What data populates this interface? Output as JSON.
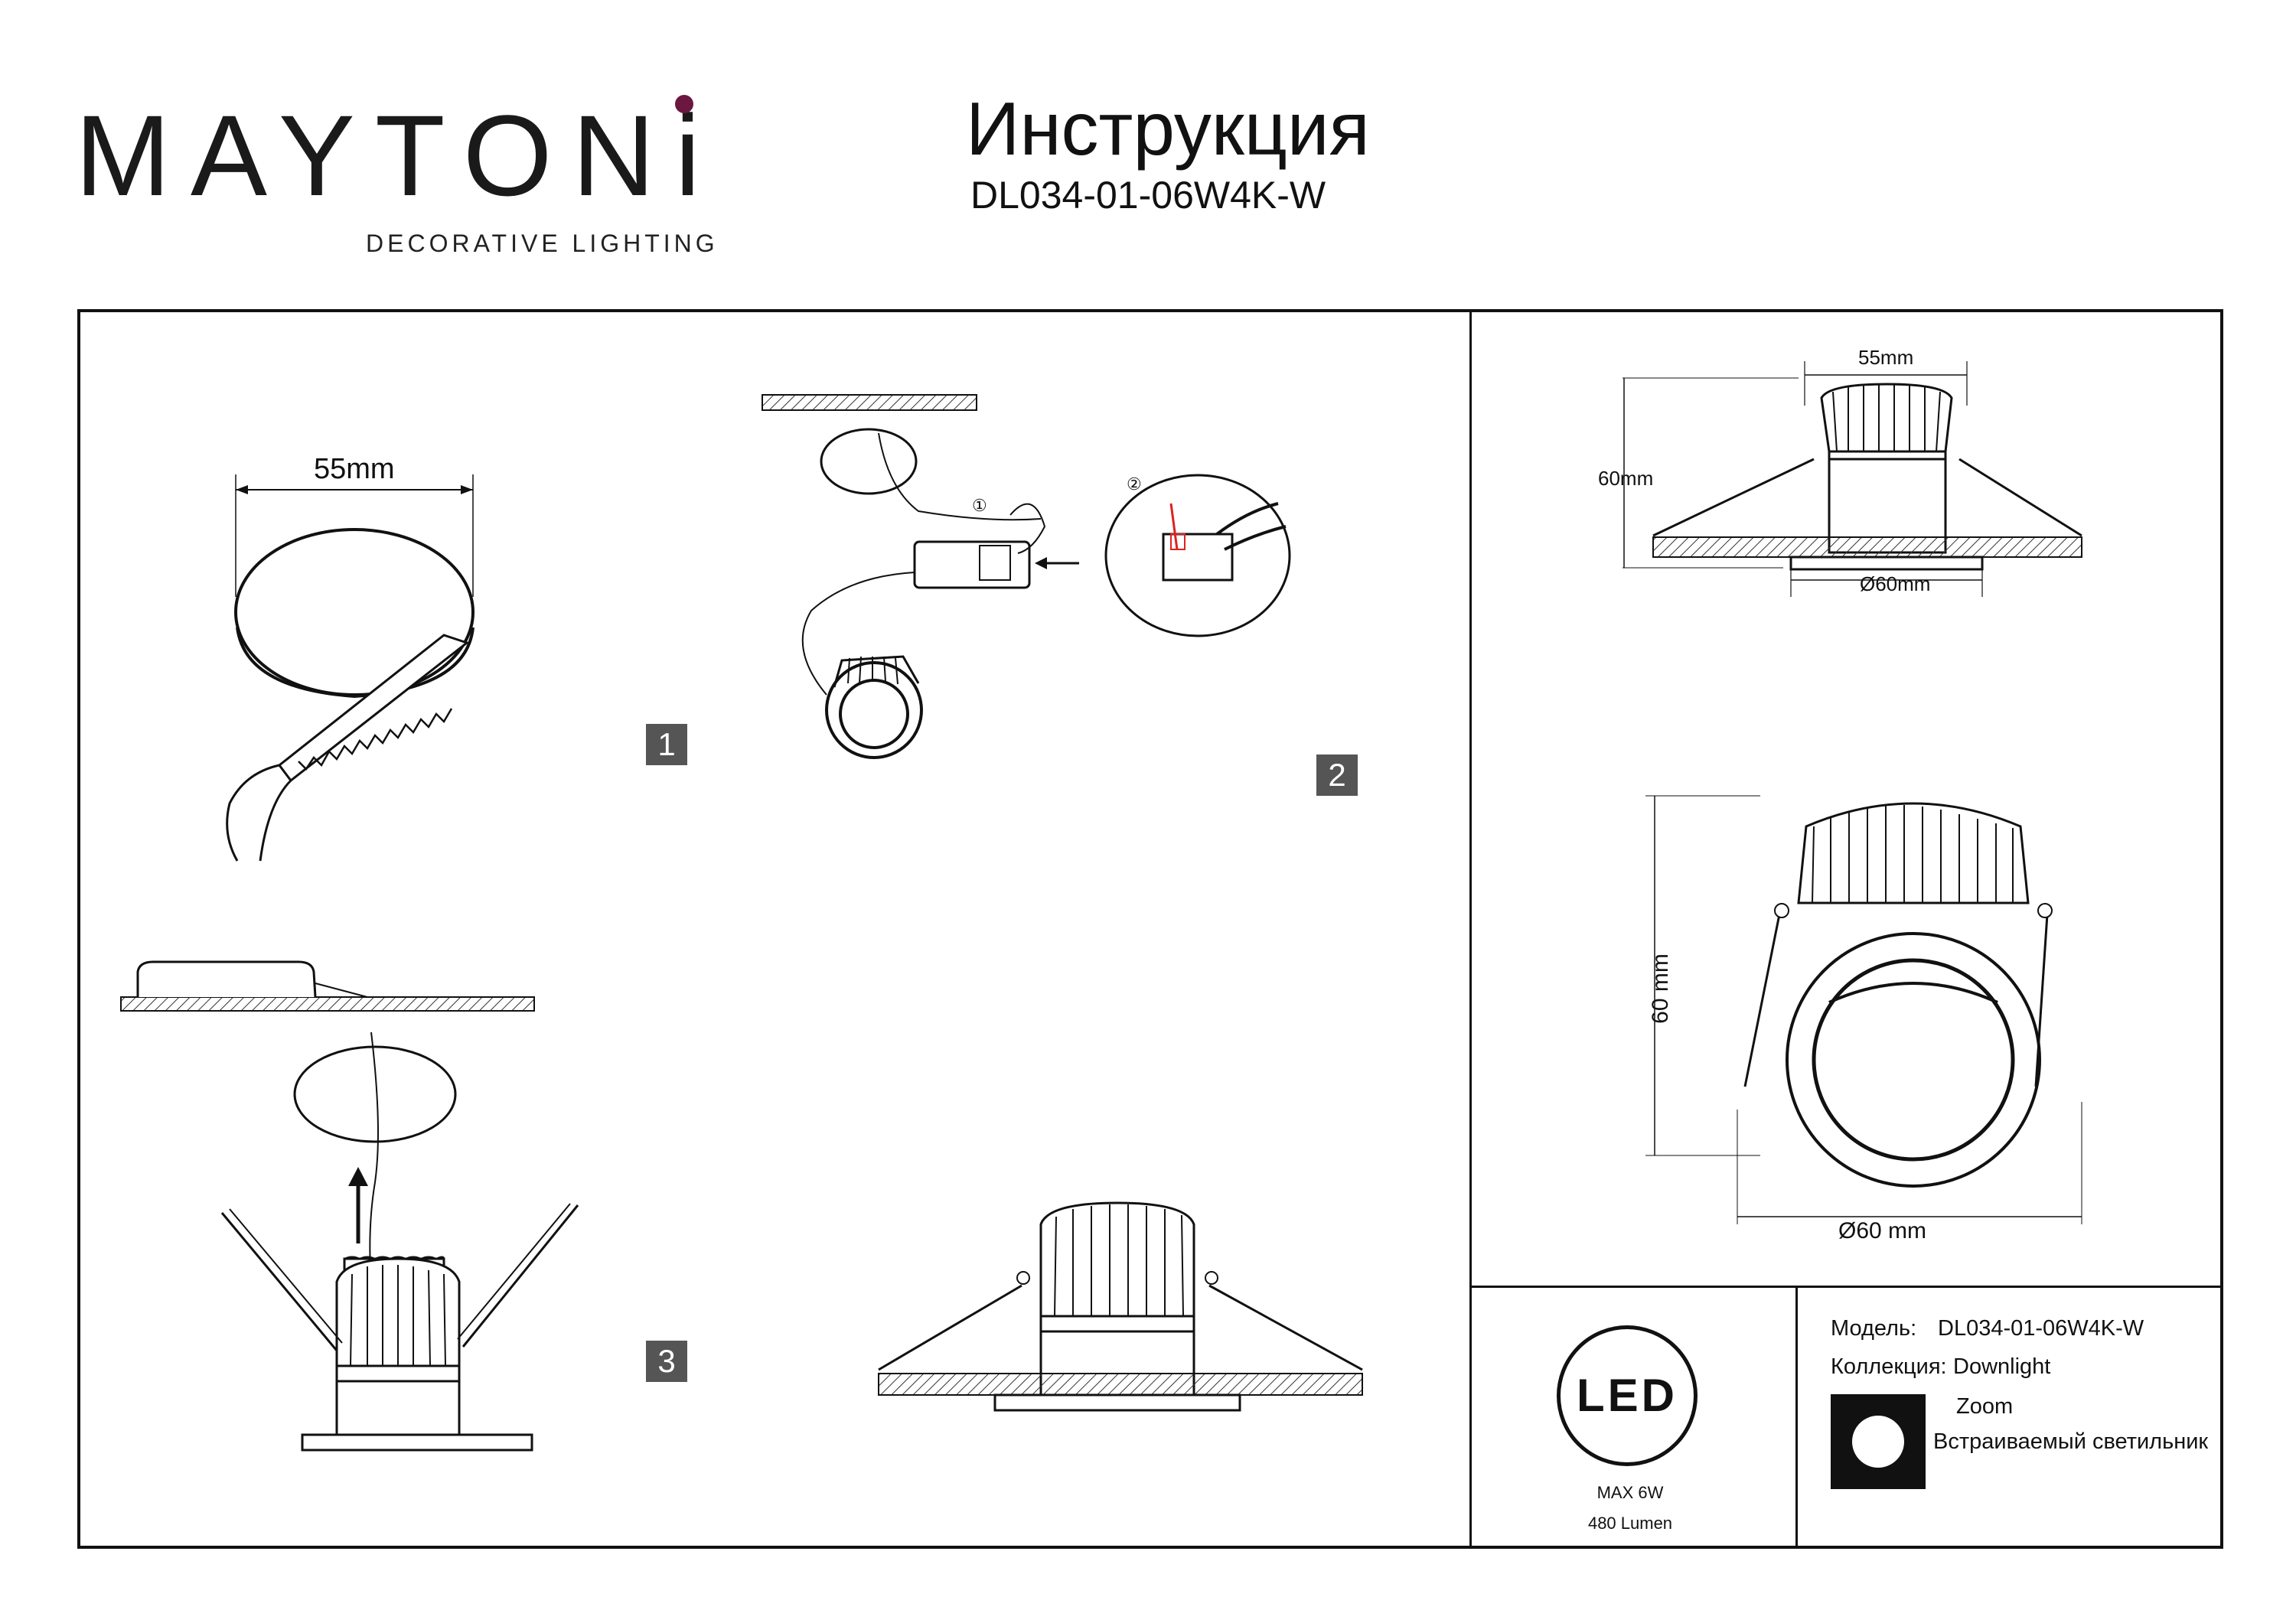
{
  "header": {
    "brand": "MAYTONi",
    "tagline": "DECORATIVE LIGHTING",
    "title": "Инструкция",
    "model_code": "DL034-01-06W4K-W"
  },
  "steps": [
    "1",
    "2",
    "3"
  ],
  "step1": {
    "dimension": "55mm"
  },
  "step2": {
    "marker1": "①",
    "marker2": "②"
  },
  "side_view": {
    "width": "55mm",
    "height": "60mm",
    "diameter": "Ø60mm"
  },
  "front_view": {
    "height": "60 mm",
    "diameter": "Ø60 mm"
  },
  "led_panel": {
    "badge": "LED",
    "power": "MAX 6W",
    "lumen": "480 Lumen"
  },
  "spec": {
    "model_label": "Модель:",
    "model_value": "DL034-01-06W4K-W",
    "collection_label": "Коллекция:",
    "collection_value": "Downlight",
    "series": "Zoom",
    "type": "Встраиваемый светильник"
  }
}
